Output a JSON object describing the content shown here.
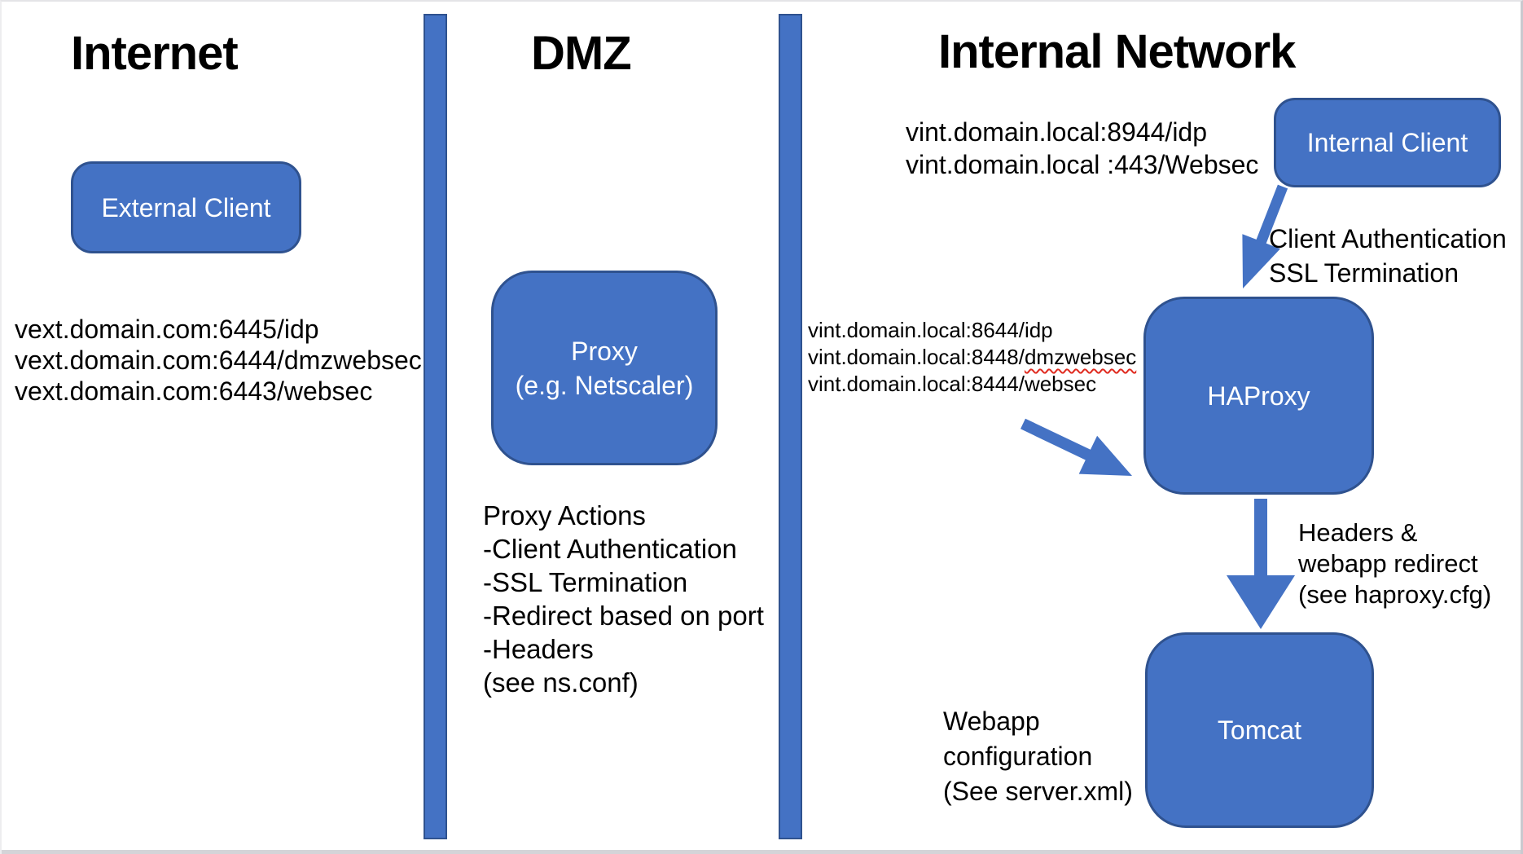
{
  "colors": {
    "shape_fill": "#4472C4",
    "shape_border": "#2F528F",
    "arrow_fill": "#4472C4",
    "shape_text": "#FFFFFF",
    "text": "#000000",
    "misspell_underline": "#E02B20"
  },
  "zones": {
    "internet": {
      "heading": "Internet",
      "external_client_label": "External Client",
      "endpoints": [
        "vext.domain.com:6445/idp",
        "vext.domain.com:6444/dmzwebsec",
        "vext.domain.com:6443/websec"
      ]
    },
    "dmz": {
      "heading": "DMZ",
      "proxy_label": [
        "Proxy",
        "(e.g. Netscaler)"
      ],
      "proxy_actions": [
        "Proxy Actions",
        "-Client Authentication",
        "-SSL Termination",
        "-Redirect based on port",
        "-Headers",
        "(see ns.conf)"
      ]
    },
    "internal_network": {
      "heading": "Internal Network",
      "internal_client_label": "Internal Client",
      "internal_client_endpoints": [
        "vint.domain.local:8944/idp",
        "vint.domain.local :443/Websec"
      ],
      "client_arrow_labels": [
        "Client Authentication",
        "SSL Termination"
      ],
      "haproxy_label": "HAProxy",
      "haproxy_endpoints": {
        "line1": "vint.domain.local:8644/idp",
        "line2_prefix": "vint.domain.local:8448/",
        "line2_misspelled": "dmzwebsec",
        "line3": "vint.domain.local:8444/websec"
      },
      "haproxy_tomcat_arrow_labels": [
        "Headers &",
        "webapp redirect",
        "(see haproxy.cfg)"
      ],
      "tomcat_label": "Tomcat",
      "tomcat_note": [
        "Webapp",
        "configuration",
        "(See server.xml)"
      ]
    }
  }
}
